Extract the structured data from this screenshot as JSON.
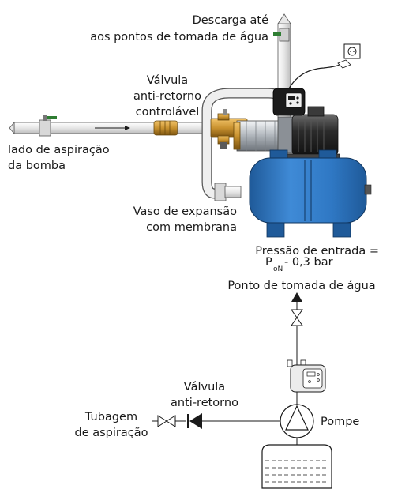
{
  "labels": {
    "discharge_line1": "Descarga até",
    "discharge_line2": "aos pontos de tomada de água",
    "check_valve_ctrl_line1": "Válvula",
    "check_valve_ctrl_line2": "anti-retorno",
    "check_valve_ctrl_line3": "controlável",
    "suction_side_line1": "lado de aspiração",
    "suction_side_line2": "da bomba",
    "expansion_vessel_line1": "Vaso de expansão",
    "expansion_vessel_line2": "com membrana",
    "inlet_pressure_line1": "Pressão de entrada =",
    "inlet_pressure_P": "P",
    "inlet_pressure_sub": "oN",
    "inlet_pressure_rest": " - 0,3 bar",
    "tap_point": "Ponto de tomada de água",
    "check_valve_line1": "Válvula",
    "check_valve_line2": "anti-retorno",
    "suction_pipe_line1": "Tubagem",
    "suction_pipe_line2": "de aspiração",
    "pump": "Pompe"
  },
  "colors": {
    "vessel_blue": "#2f78c4",
    "vessel_blue_dark": "#1f5a99",
    "brass": "#c9922f",
    "brass_dark": "#8a5f14",
    "pump_steel": "#c9ced3",
    "motor_dark": "#2b2b2b",
    "pipe_light": "#f1f1f1",
    "line": "#1a1a1a"
  },
  "icons": {
    "socket": "power-socket-icon",
    "pump_symbol": "pump-symbol-icon",
    "valve": "gate-valve-icon",
    "check_valve": "check-valve-icon",
    "pressure_switch": "pressure-switch-icon",
    "tank": "water-tank-icon"
  }
}
